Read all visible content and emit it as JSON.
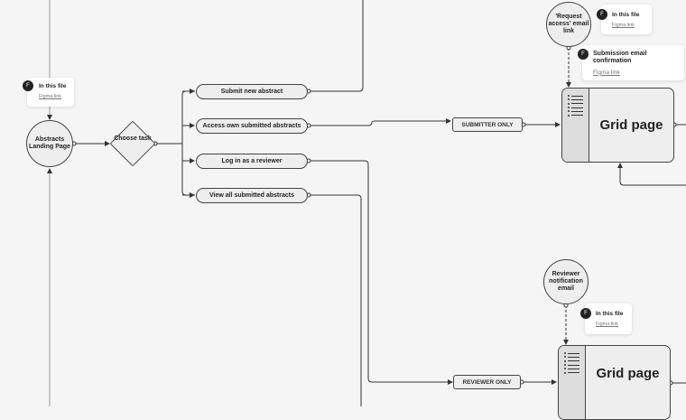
{
  "nodes": {
    "landing": "Abstracts Landing Page",
    "choose": "Choose task",
    "options": [
      "Submit new abstract",
      "Access own submitted abstracts",
      "Log in as a reviewer",
      "View all submitted abstracts"
    ],
    "submitter_only": "SUBMITTER ONLY",
    "reviewer_only": "REVIEWER ONLY",
    "request_access": "'Request access' email link",
    "reviewer_notification": "Reviewer notification email",
    "grid_page_1": "Grid page",
    "grid_page_2": "Grid page"
  },
  "cards": [
    {
      "title": "In this file",
      "link": "Figma link"
    },
    {
      "title": "In this file",
      "link": "Figma link"
    },
    {
      "title": "Submission email confirmation",
      "link": "Figma link"
    },
    {
      "title": "In this file",
      "link": "Figma link"
    }
  ],
  "icons": {
    "file": "figma-file-icon",
    "list": "list-icon"
  },
  "colors": {
    "stroke": "#444444",
    "node_fill": "#eeeeee",
    "background": "#f5f5f5"
  }
}
